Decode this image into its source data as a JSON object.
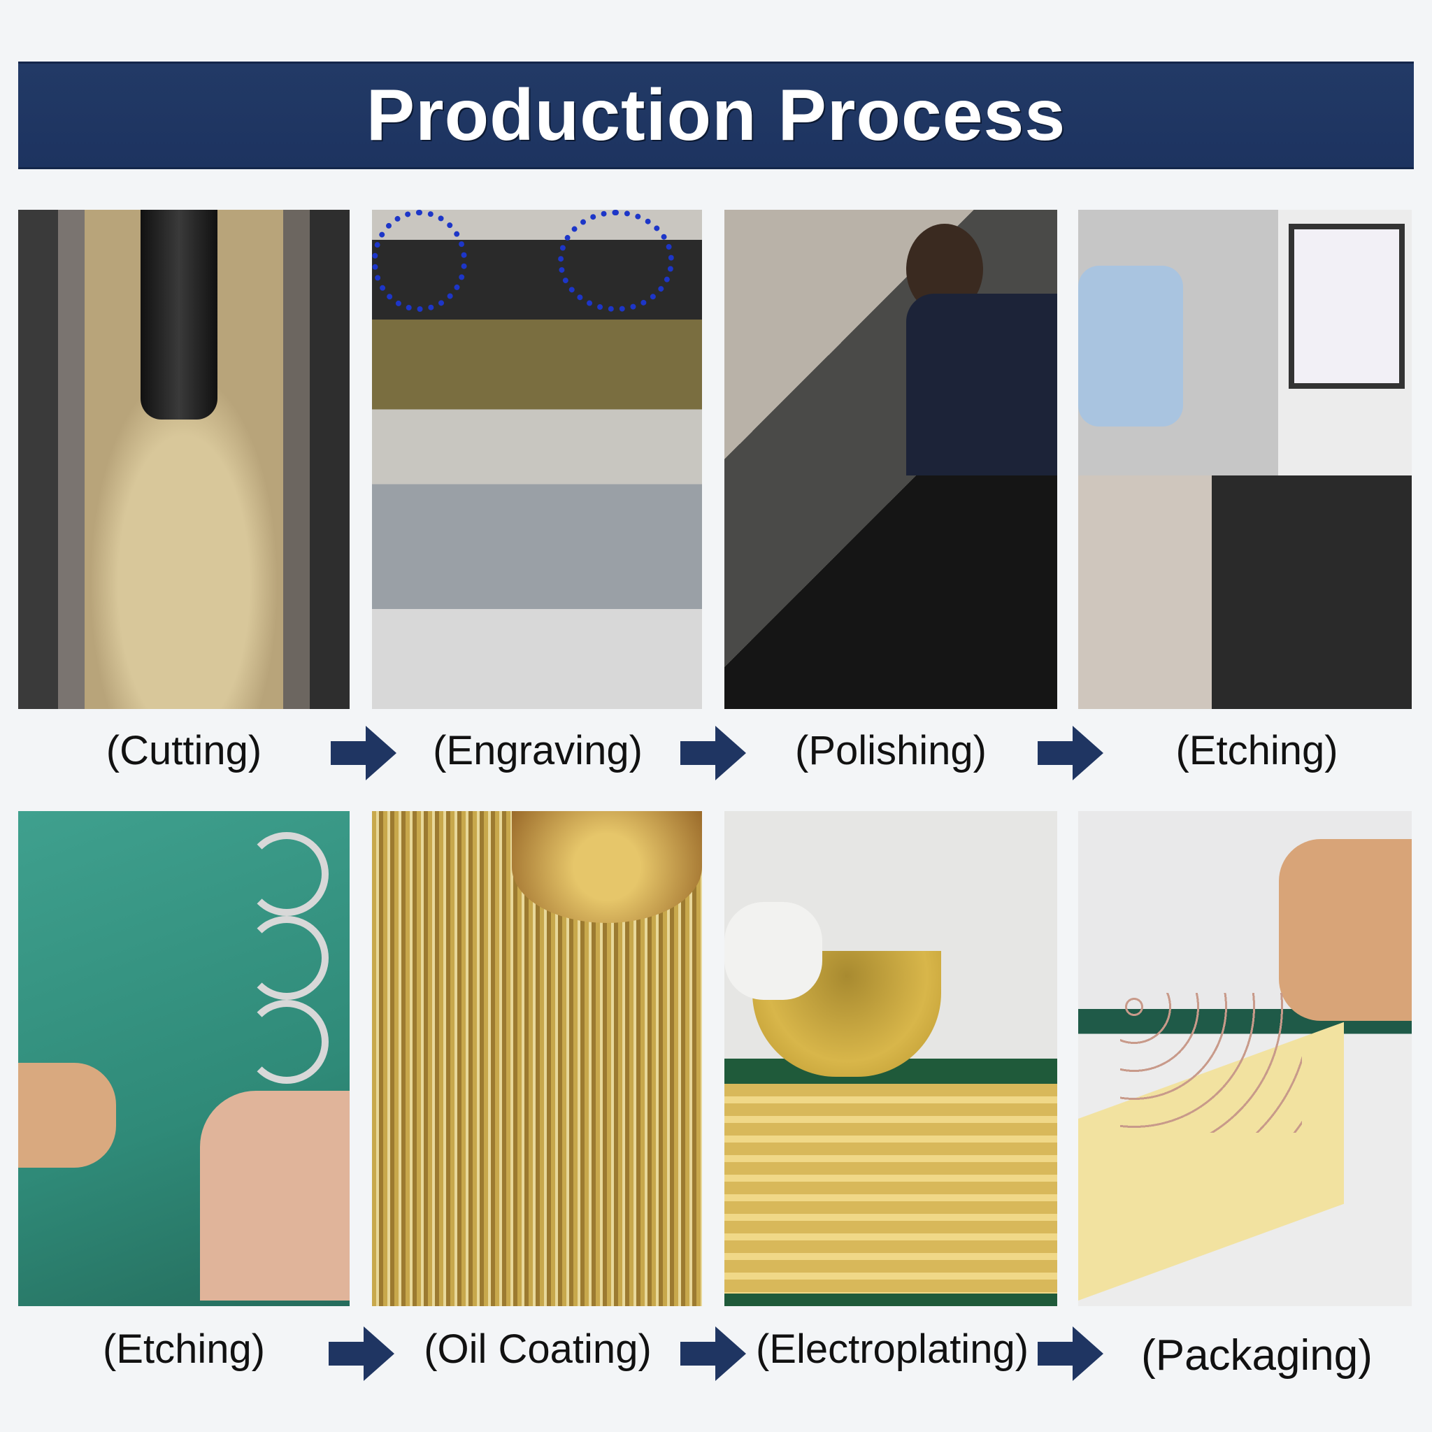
{
  "title": "Production Process",
  "steps_row1": [
    {
      "label": "(Cutting)",
      "photo_icon": "laser-cutting-photo"
    },
    {
      "label": "(Engraving)",
      "photo_icon": "engraving-machine-photo"
    },
    {
      "label": "(Polishing)",
      "photo_icon": "polishing-worker-photo"
    },
    {
      "label": "(Etching)",
      "photo_icon": "etching-station-photo"
    }
  ],
  "steps_row2": [
    {
      "label": "(Etching)",
      "photo_icon": "hand-etching-photo"
    },
    {
      "label": "(Oil Coating)",
      "photo_icon": "oil-coating-chains-photo"
    },
    {
      "label": "(Electroplating)",
      "photo_icon": "electroplating-tray-photo"
    },
    {
      "label": "(Packaging)",
      "photo_icon": "packaging-rings-photo"
    }
  ],
  "colors": {
    "header": "#1f3562",
    "arrow": "#1f3562",
    "background": "#f3f5f7"
  }
}
